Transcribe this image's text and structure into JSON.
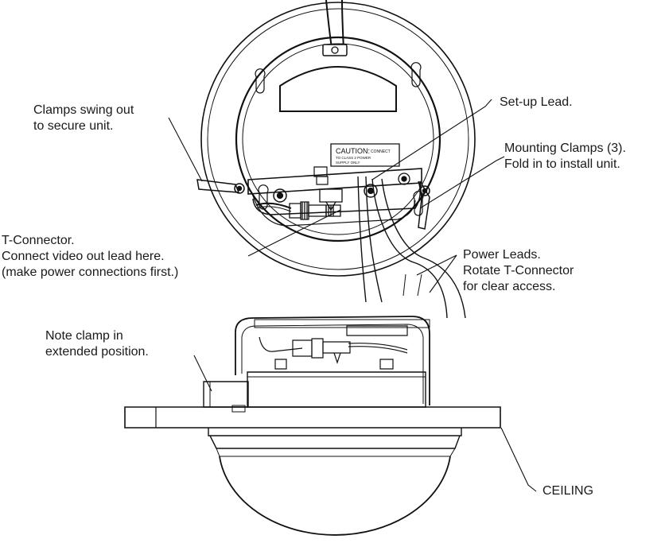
{
  "labels": {
    "clamps_swing": [
      "Clamps swing out",
      "to secure unit."
    ],
    "setup_lead": "Set-up Lead.",
    "mounting_clamps": [
      "Mounting Clamps (3).",
      "Fold in to install unit."
    ],
    "t_connector": [
      "T-Connector.",
      "Connect video out lead here.",
      "(make power connections first.)"
    ],
    "power_leads": [
      "Power Leads.",
      "Rotate T-Connector",
      "for clear access."
    ],
    "note_clamp": [
      "Note clamp in",
      "extended position."
    ],
    "ceiling": "CEILING"
  },
  "caution_plate": [
    "CAUTION:",
    "CONNECT",
    "TO CLASS 2 POWER",
    "SUPPLY ONLY"
  ]
}
